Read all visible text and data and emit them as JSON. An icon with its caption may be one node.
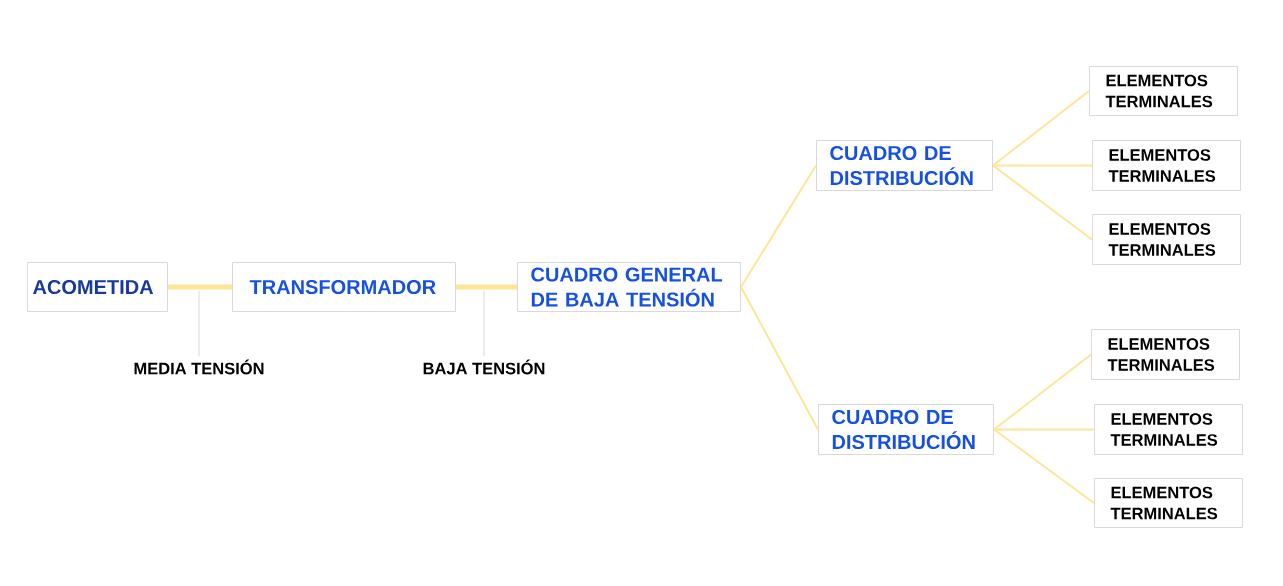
{
  "diagram": {
    "nodes": [
      {
        "text": [
          "ACOMETIDA"
        ]
      },
      {
        "text": [
          "TRANSFORMADOR"
        ]
      },
      {
        "text": [
          "CUADRO GENERAL DE BAJA TENSIÓN"
        ]
      },
      {
        "text": [
          "CUADRO DE DISTRIBUCIÓN"
        ]
      },
      {
        "text": [
          "ELEMENTOS TERMINALES"
        ]
      },
      {
        "text": [
          "ELEMENTOS TERMINALES"
        ]
      },
      {
        "text": [
          "ELEMENTOS TERMINALES"
        ]
      },
      {
        "text": [
          "CUADRO DE DISTRIBUCIÓN"
        ]
      },
      {
        "text": [
          "ELEMENTOS TERMINALES"
        ]
      },
      {
        "text": [
          "ELEMENTOS TERMINALES"
        ]
      },
      {
        "text": [
          "ELEMENTOS TERMINALES"
        ]
      },
      {
        "text": [
          "MEDIA TENSIÓN"
        ]
      },
      {
        "text": [
          "BAJA TENSIÓN"
        ]
      }
    ],
    "edges": [
      {
        "from": 0,
        "to": 1,
        "arrow": "none",
        "style": "thick"
      },
      {
        "from": 1,
        "to": 2,
        "arrow": "none",
        "style": "thick"
      },
      {
        "from": 2,
        "to": 3,
        "arrow": "none"
      },
      {
        "from": 3,
        "to": 4,
        "arrow": "none"
      },
      {
        "from": 3,
        "to": 5,
        "arrow": "none"
      },
      {
        "from": 3,
        "to": 6,
        "arrow": "none"
      },
      {
        "from": 2,
        "to": 7,
        "arrow": "none"
      },
      {
        "from": 7,
        "to": 8,
        "arrow": "none"
      },
      {
        "from": 7,
        "to": 9,
        "arrow": "none"
      },
      {
        "from": 7,
        "to": 10,
        "arrow": "none"
      },
      {
        "from": 11,
        "to": null,
        "arrow": "none",
        "color": "#d9d9d9"
      },
      {
        "from": 12,
        "to": null,
        "arrow": "none",
        "color": "#d9d9d9"
      }
    ]
  }
}
